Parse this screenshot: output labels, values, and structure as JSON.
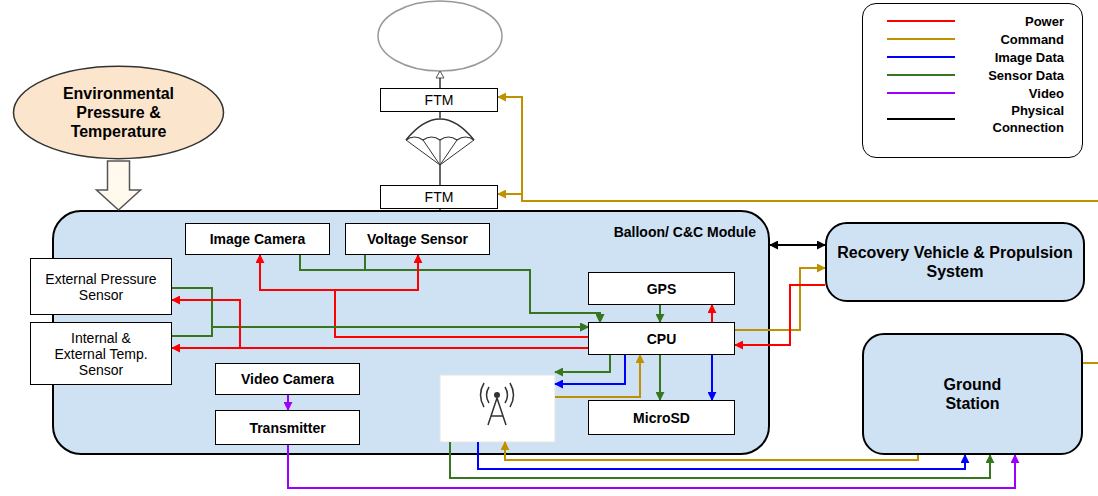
{
  "diagram": {
    "nodes": [
      {
        "text": [
          "FTM"
        ]
      },
      {
        "text": [
          "FTM"
        ]
      },
      {
        "text": [
          "Environmental Pressure & Temperature"
        ]
      },
      {
        "text": [
          "Balloon/ C&C Module"
        ]
      },
      {
        "text": [
          "Image Camera"
        ],
        "in": 3
      },
      {
        "text": [
          "Voltage Sensor"
        ],
        "in": 3
      },
      {
        "text": [
          "GPS"
        ],
        "in": 3
      },
      {
        "text": [
          "External Pressure Sensor"
        ]
      },
      {
        "text": [
          "Internal & External Temp. Sensor"
        ]
      },
      {
        "text": [
          "CPU"
        ],
        "in": 3
      },
      {
        "text": [
          "Video Camera"
        ],
        "in": 3
      },
      {
        "text": [
          "Transmitter"
        ],
        "in": 3
      },
      {
        "text": [
          "MicroSD"
        ],
        "in": 3
      },
      {
        "text": [
          "Recovery Vehicle & Propulsion System"
        ]
      },
      {
        "text": [
          "Ground Station"
        ]
      }
    ],
    "edges": [
      {
        "from": 2,
        "to": 3,
        "arrow": "to"
      },
      {
        "from": 3,
        "to": 13,
        "arrow": "both"
      },
      {
        "from": 4,
        "to": 9,
        "arrow": "to"
      },
      {
        "from": 5,
        "to": 9,
        "arrow": "to"
      },
      {
        "from": 9,
        "to": 4,
        "arrow": "to"
      },
      {
        "from": 9,
        "to": 5,
        "arrow": "to"
      },
      {
        "from": 6,
        "to": 9,
        "arrow": "to"
      },
      {
        "from": 9,
        "to": 6,
        "arrow": "to"
      },
      {
        "from": 7,
        "to": 9,
        "arrow": "to"
      },
      {
        "from": 8,
        "to": 9,
        "arrow": "to"
      },
      {
        "from": 9,
        "to": 7,
        "arrow": "to"
      },
      {
        "from": 9,
        "to": 8,
        "arrow": "to"
      },
      {
        "from": 9,
        "to": 12,
        "arrow": "to"
      },
      {
        "from": 9,
        "to": 12,
        "arrow": "to"
      },
      {
        "from": 9,
        "to": 13,
        "arrow": "to"
      },
      {
        "from": 13,
        "to": 9,
        "arrow": "to"
      },
      {
        "from": 10,
        "to": 11,
        "arrow": "to"
      },
      {
        "from": 11,
        "to": 14,
        "arrow": "to"
      }
    ],
    "legend": [
      {
        "text": "Power",
        "color": "#ff0000"
      },
      {
        "text": "Command",
        "color": "#bf9000"
      },
      {
        "text": "Image Data",
        "color": "#0000ff"
      },
      {
        "text": "Sensor Data",
        "color": "#38761d"
      },
      {
        "text": "Video",
        "color": "#9900ff"
      },
      {
        "text": "Physical Connection",
        "color": "#000000"
      }
    ]
  }
}
